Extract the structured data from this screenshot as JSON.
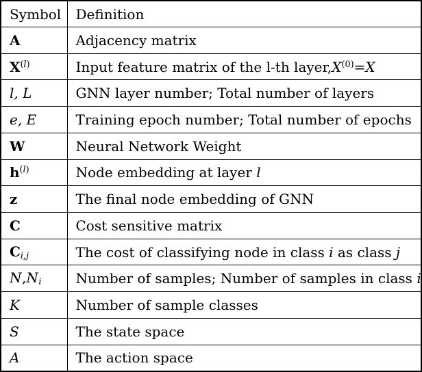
{
  "colors": {
    "border": "#000000",
    "text": "#000000",
    "background": "#ffffff"
  },
  "table": {
    "columns": [
      {
        "label": "Symbol"
      },
      {
        "label": "Definition"
      }
    ],
    "rows": [
      {
        "symbol": [
          {
            "text": "A",
            "style": "bold"
          }
        ],
        "definition": [
          {
            "text": "Adjacency matrix"
          }
        ]
      },
      {
        "symbol": [
          {
            "text": "X",
            "style": "bold"
          },
          {
            "text": "(",
            "style": "sup"
          },
          {
            "text": "l",
            "style": "sup-italic"
          },
          {
            "text": ")",
            "style": "sup"
          }
        ],
        "definition": [
          {
            "text": "Input feature matrix of the l-th layer,"
          },
          {
            "text": "X",
            "style": "italic"
          },
          {
            "text": "(0)",
            "style": "sup"
          },
          {
            "text": "="
          },
          {
            "text": "X",
            "style": "italic"
          }
        ]
      },
      {
        "symbol": [
          {
            "text": "l, L",
            "style": "italic"
          }
        ],
        "definition": [
          {
            "text": "GNN layer number; Total number of layers"
          }
        ]
      },
      {
        "symbol": [
          {
            "text": "e, E",
            "style": "italic"
          }
        ],
        "definition": [
          {
            "text": "Training epoch number; Total number of epochs"
          }
        ]
      },
      {
        "symbol": [
          {
            "text": "W",
            "style": "bold"
          }
        ],
        "definition": [
          {
            "text": "Neural Network Weight"
          }
        ]
      },
      {
        "symbol": [
          {
            "text": "h",
            "style": "bold"
          },
          {
            "text": "(",
            "style": "sup"
          },
          {
            "text": "l",
            "style": "sup-italic"
          },
          {
            "text": ")",
            "style": "sup"
          }
        ],
        "definition": [
          {
            "text": "Node embedding at layer "
          },
          {
            "text": "l",
            "style": "italic"
          }
        ]
      },
      {
        "symbol": [
          {
            "text": "z",
            "style": "bold"
          }
        ],
        "definition": [
          {
            "text": "The final node embedding of GNN"
          }
        ]
      },
      {
        "symbol": [
          {
            "text": "C",
            "style": "bold"
          }
        ],
        "definition": [
          {
            "text": "Cost sensitive matrix"
          }
        ]
      },
      {
        "symbol": [
          {
            "text": "C",
            "style": "bold"
          },
          {
            "text": "i,j",
            "style": "sub-italic"
          }
        ],
        "definition": [
          {
            "text": "The cost of classifying node in class "
          },
          {
            "text": "i",
            "style": "italic"
          },
          {
            "text": " as class "
          },
          {
            "text": "j",
            "style": "italic"
          }
        ]
      },
      {
        "symbol": [
          {
            "text": "N",
            "style": "script"
          },
          {
            "text": ","
          },
          {
            "text": "N",
            "style": "script"
          },
          {
            "text": "i",
            "style": "sub-italic"
          }
        ],
        "definition": [
          {
            "text": "Number of samples; Number of samples in class "
          },
          {
            "text": "i",
            "style": "italic"
          }
        ]
      },
      {
        "symbol": [
          {
            "text": "K",
            "style": "italic"
          }
        ],
        "definition": [
          {
            "text": "Number of sample classes"
          }
        ]
      },
      {
        "symbol": [
          {
            "text": "S",
            "style": "script"
          }
        ],
        "definition": [
          {
            "text": "The state space"
          }
        ]
      },
      {
        "symbol": [
          {
            "text": "A",
            "style": "script"
          }
        ],
        "definition": [
          {
            "text": "The action space"
          }
        ]
      }
    ]
  }
}
